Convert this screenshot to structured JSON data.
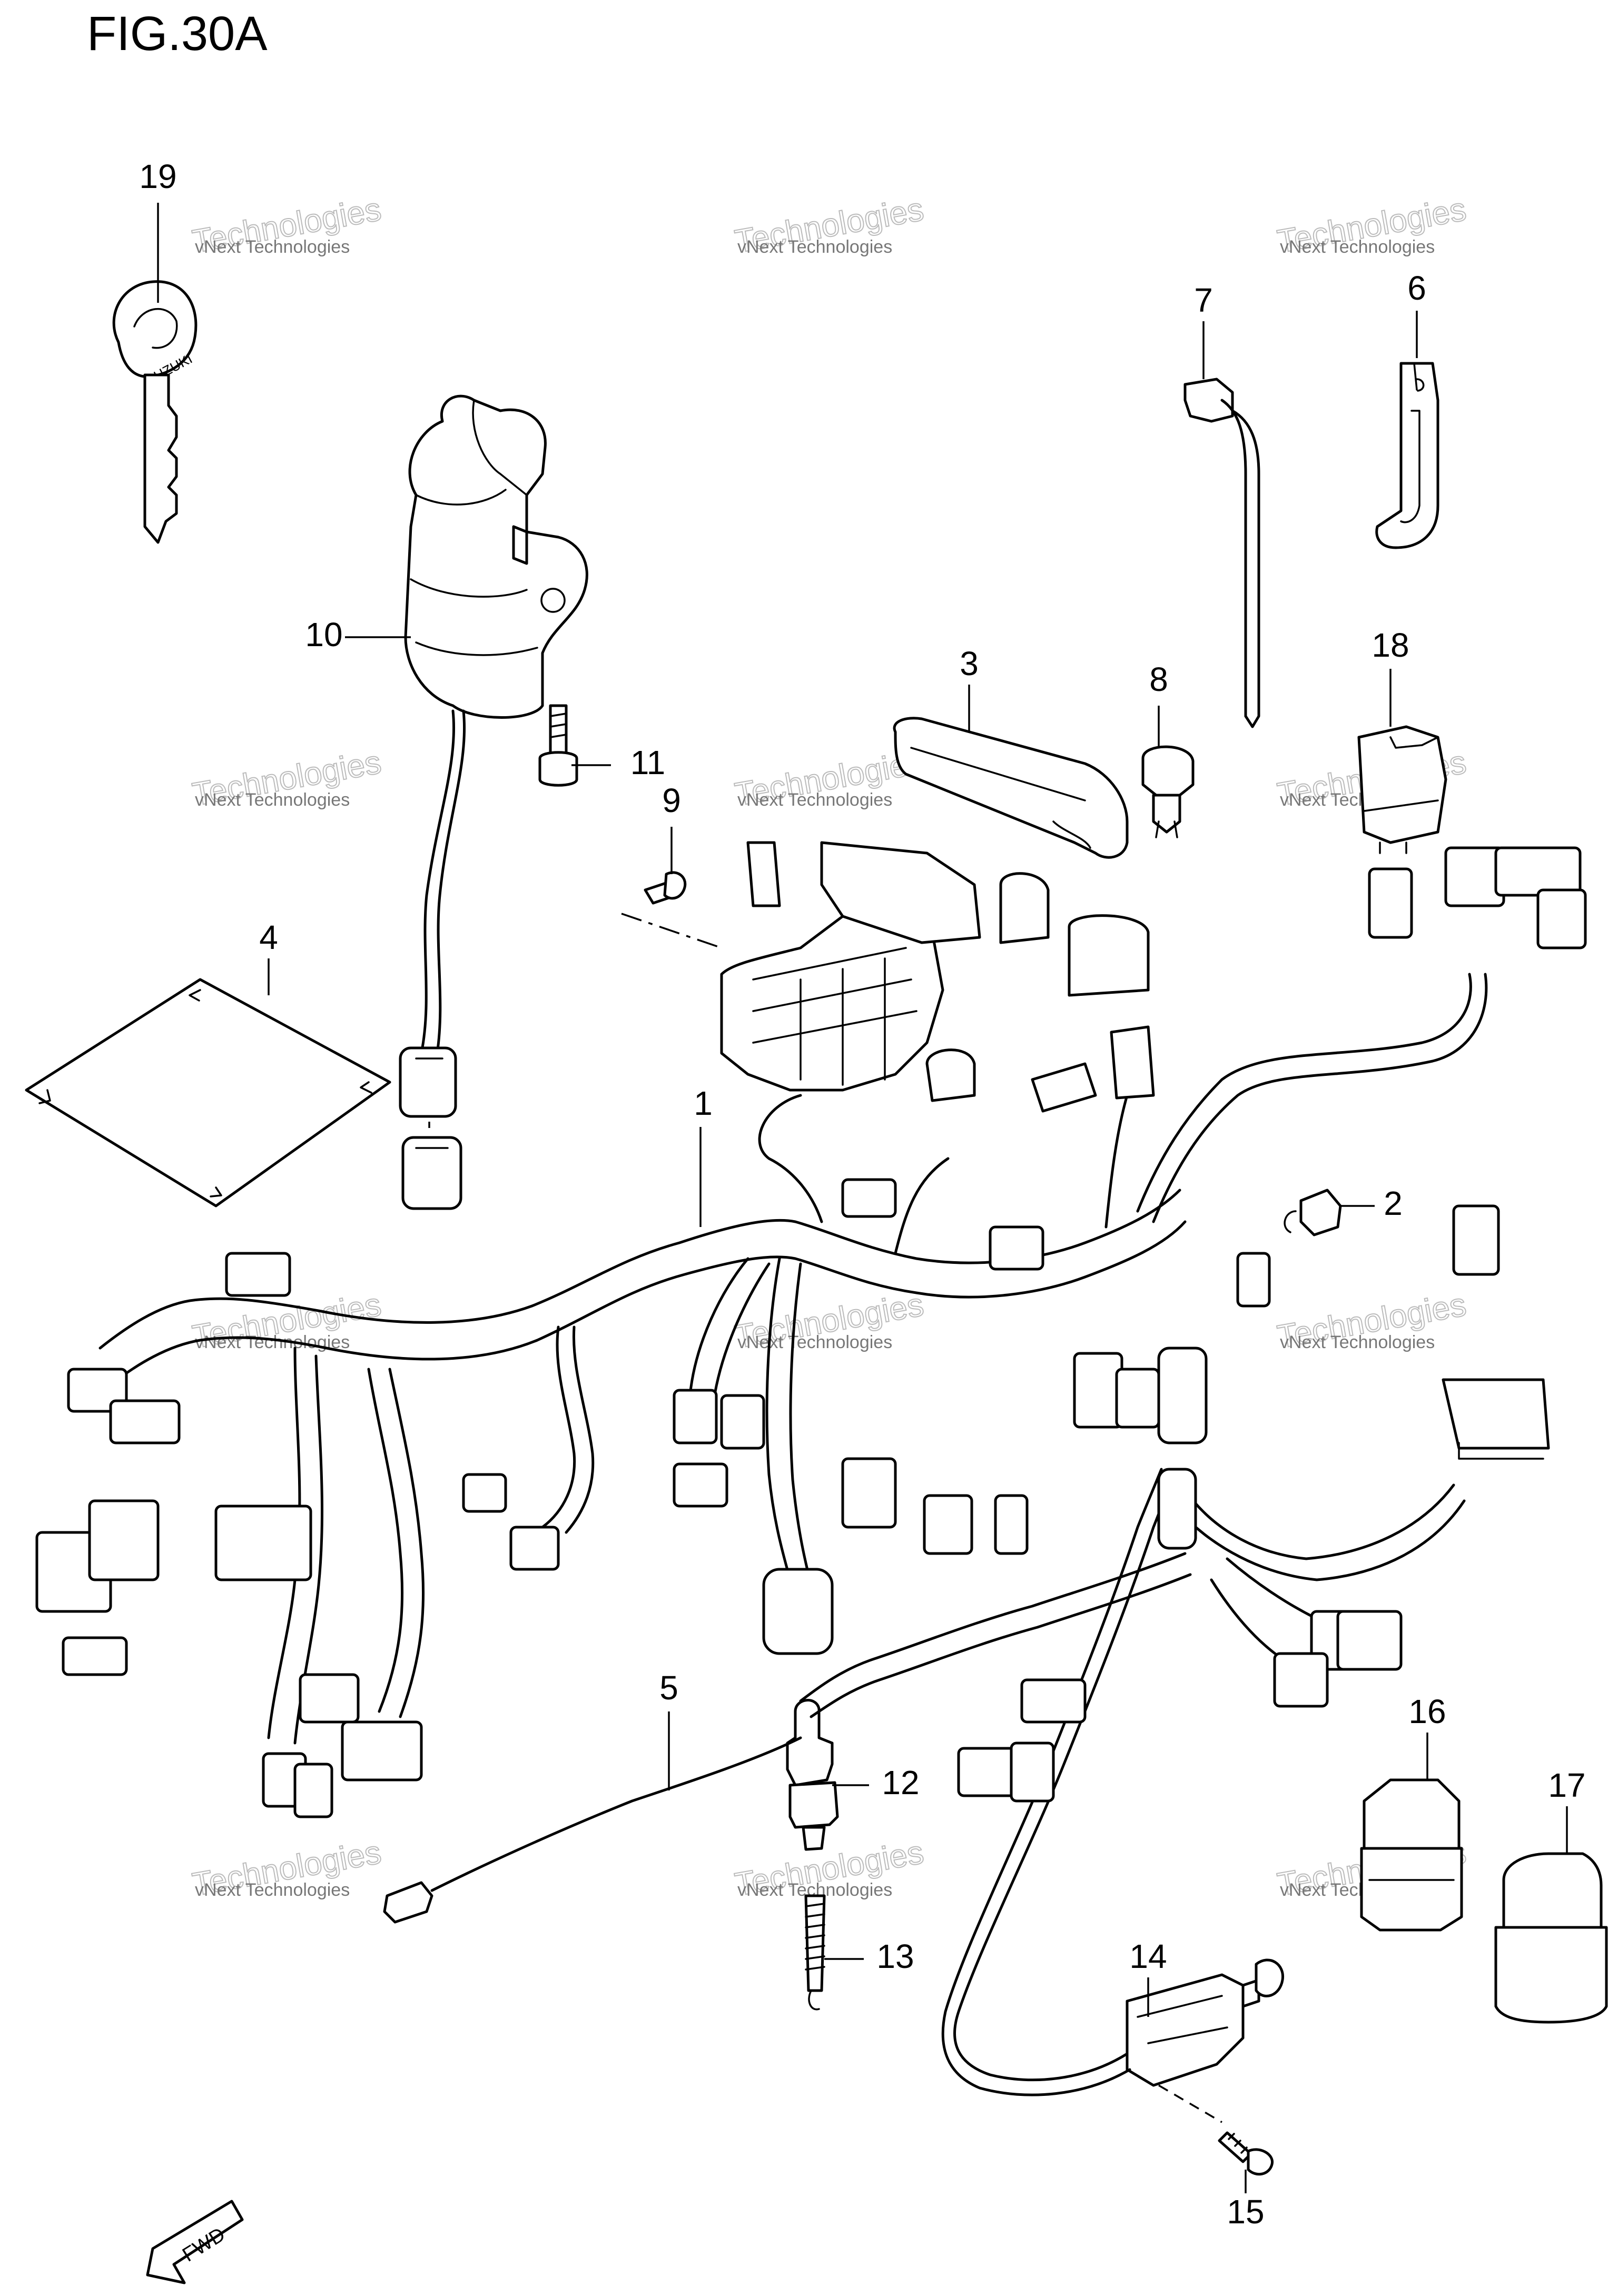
{
  "figure_title": "FIG.30A",
  "watermark": {
    "line1": "vNext Technologies",
    "line2": "vNext",
    "line3": "Technologies"
  },
  "callouts": {
    "c1": "1",
    "c2": "2",
    "c3": "3",
    "c4": "4",
    "c5": "5",
    "c6": "6",
    "c7": "7",
    "c8": "8",
    "c9": "9",
    "c10": "10",
    "c11": "11",
    "c12": "12",
    "c13": "13",
    "c14": "14",
    "c15": "15",
    "c16": "16",
    "c17": "17",
    "c18": "18",
    "c19": "19"
  },
  "key_brand": "SUZUKI",
  "fwd_arrow": "FWD"
}
